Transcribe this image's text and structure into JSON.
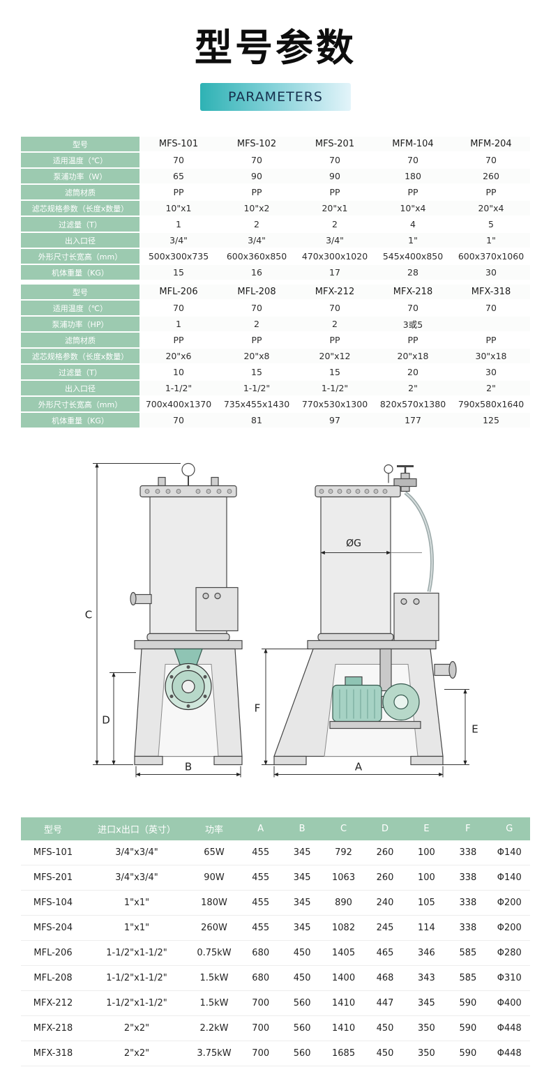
{
  "page": {
    "title": "型号参数",
    "subtitle": "PARAMETERS"
  },
  "colors": {
    "header_green": "#9ccab0",
    "badge_gradient_start": "#2eb2b4",
    "badge_gradient_end": "#e3f4fa",
    "badge_text": "#16304d"
  },
  "spec_tables": [
    {
      "rows": [
        {
          "label": "型号",
          "values": [
            "MFS-101",
            "MFS-102",
            "MFS-201",
            "MFM-104",
            "MFM-204"
          ]
        },
        {
          "label": "适用温度（℃）",
          "values": [
            "70",
            "70",
            "70",
            "70",
            "70"
          ]
        },
        {
          "label": "泵浦功率（W）",
          "values": [
            "65",
            "90",
            "90",
            "180",
            "260"
          ]
        },
        {
          "label": "滤筒材质",
          "values": [
            "PP",
            "PP",
            "PP",
            "PP",
            "PP"
          ]
        },
        {
          "label": "滤芯规格参数（长度x数量）",
          "values": [
            "10\"x1",
            "10\"x2",
            "20\"x1",
            "10\"x4",
            "20\"x4"
          ]
        },
        {
          "label": "过滤量（T）",
          "values": [
            "1",
            "2",
            "2",
            "4",
            "5"
          ]
        },
        {
          "label": "出入口径",
          "values": [
            "3/4\"",
            "3/4\"",
            "3/4\"",
            "1\"",
            "1\""
          ]
        },
        {
          "label": "外形尺寸长宽高（mm）",
          "values": [
            "500x300x735",
            "600x360x850",
            "470x300x1020",
            "545x400x850",
            "600x370x1060"
          ]
        },
        {
          "label": "机体重量（KG）",
          "values": [
            "15",
            "16",
            "17",
            "28",
            "30"
          ]
        }
      ]
    },
    {
      "rows": [
        {
          "label": "型号",
          "values": [
            "MFL-206",
            "MFL-208",
            "MFX-212",
            "MFX-218",
            "MFX-318"
          ]
        },
        {
          "label": "适用温度（℃）",
          "values": [
            "70",
            "70",
            "70",
            "70",
            "70"
          ]
        },
        {
          "label": "泵浦功率（HP）",
          "values": [
            "1",
            "2",
            "2",
            "3或5",
            ""
          ]
        },
        {
          "label": "滤筒材质",
          "values": [
            "PP",
            "PP",
            "PP",
            "PP",
            "PP"
          ]
        },
        {
          "label": "滤芯规格参数（长度x数量）",
          "values": [
            "20\"x6",
            "20\"x8",
            "20\"x12",
            "20\"x18",
            "30\"x18"
          ]
        },
        {
          "label": "过滤量（T）",
          "values": [
            "10",
            "15",
            "15",
            "20",
            "30"
          ]
        },
        {
          "label": "出入口径",
          "values": [
            "1-1/2\"",
            "1-1/2\"",
            "1-1/2\"",
            "2\"",
            "2\""
          ]
        },
        {
          "label": "外形尺寸长宽高（mm）",
          "values": [
            "700x400x1370",
            "735x455x1430",
            "770x530x1300",
            "820x570x1380",
            "790x580x1640"
          ]
        },
        {
          "label": "机体重量（KG）",
          "values": [
            "70",
            "81",
            "97",
            "177",
            "125"
          ]
        }
      ]
    }
  ],
  "diagram": {
    "labels": {
      "C": "C",
      "D": "D",
      "B": "B",
      "F": "F",
      "E": "E",
      "A": "A",
      "G": "ØG"
    }
  },
  "dimension_table": {
    "headers": [
      "型号",
      "进口x出口（英寸）",
      "功率",
      "A",
      "B",
      "C",
      "D",
      "E",
      "F",
      "G"
    ],
    "rows": [
      [
        "MFS-101",
        "3/4\"x3/4\"",
        "65W",
        "455",
        "345",
        "792",
        "260",
        "100",
        "338",
        "Φ140"
      ],
      [
        "MFS-201",
        "3/4\"x3/4\"",
        "90W",
        "455",
        "345",
        "1063",
        "260",
        "100",
        "338",
        "Φ140"
      ],
      [
        "MFS-104",
        "1\"x1\"",
        "180W",
        "455",
        "345",
        "890",
        "240",
        "105",
        "338",
        "Φ200"
      ],
      [
        "MFS-204",
        "1\"x1\"",
        "260W",
        "455",
        "345",
        "1082",
        "245",
        "114",
        "338",
        "Φ200"
      ],
      [
        "MFL-206",
        "1-1/2\"x1-1/2\"",
        "0.75kW",
        "680",
        "450",
        "1405",
        "465",
        "346",
        "585",
        "Φ280"
      ],
      [
        "MFL-208",
        "1-1/2\"x1-1/2\"",
        "1.5kW",
        "680",
        "450",
        "1400",
        "468",
        "343",
        "585",
        "Φ310"
      ],
      [
        "MFX-212",
        "1-1/2\"x1-1/2\"",
        "1.5kW",
        "700",
        "560",
        "1410",
        "447",
        "345",
        "590",
        "Φ400"
      ],
      [
        "MFX-218",
        "2\"x2\"",
        "2.2kW",
        "700",
        "560",
        "1410",
        "450",
        "350",
        "590",
        "Φ448"
      ],
      [
        "MFX-318",
        "2\"x2\"",
        "3.75kW",
        "700",
        "560",
        "1685",
        "450",
        "350",
        "590",
        "Φ448"
      ]
    ]
  }
}
